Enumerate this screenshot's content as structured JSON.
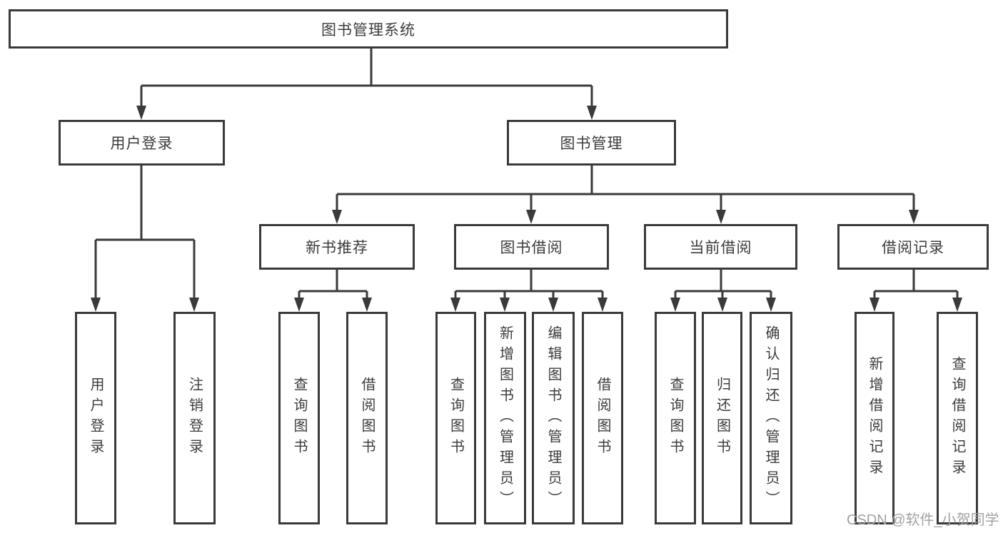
{
  "diagram": {
    "root": {
      "label": "图书管理系统"
    },
    "branches": [
      {
        "label": "用户登录",
        "children": [
          {
            "label": "用户登录"
          },
          {
            "label": "注销登录"
          }
        ]
      },
      {
        "label": "图书管理",
        "children": [
          {
            "label": "新书推荐",
            "children": [
              {
                "label": "查询图书"
              },
              {
                "label": "借阅图书"
              }
            ]
          },
          {
            "label": "图书借阅",
            "children": [
              {
                "label": "查询图书"
              },
              {
                "label": "新增图书（管理员）"
              },
              {
                "label": "编辑图书（管理员）"
              },
              {
                "label": "借阅图书"
              }
            ]
          },
          {
            "label": "当前借阅",
            "children": [
              {
                "label": "查询图书"
              },
              {
                "label": "归还图书"
              },
              {
                "label": "确认归还（管理员）"
              }
            ]
          },
          {
            "label": "借阅记录",
            "children": [
              {
                "label": "新增借阅记录"
              },
              {
                "label": "查询借阅记录"
              }
            ]
          }
        ]
      }
    ]
  },
  "watermark": {
    "text": "CSDN @软件_小贺同学",
    "color": "#a2a2a2"
  },
  "colors": {
    "line": "#3a3a3a",
    "text": "#3c3c3c",
    "background": "#ffffff"
  }
}
